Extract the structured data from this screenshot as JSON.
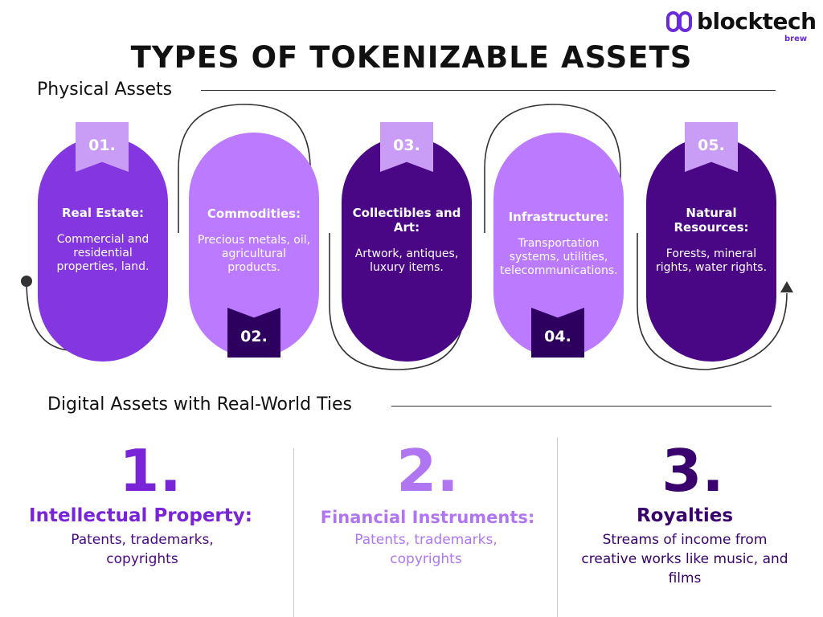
{
  "logo": {
    "name": "blocktech",
    "sub": "brew",
    "accent": "#6a2bd8"
  },
  "title": "TYPES OF TOKENIZABLE ASSETS",
  "physical": {
    "label": "Physical Assets",
    "items": [
      {
        "num": "01.",
        "heading": "Real Estate:",
        "body": "Commercial and residential properties, land."
      },
      {
        "num": "02.",
        "heading": "Commodities:",
        "body": "Precious metals, oil, agricultural products."
      },
      {
        "num": "03.",
        "heading": "Collectibles and Art:",
        "body": "Artwork, antiques, luxury items."
      },
      {
        "num": "04.",
        "heading": "Infrastructure:",
        "body": "Transportation systems, utilities, telecommunications."
      },
      {
        "num": "05.",
        "heading": "Natural Resources:",
        "body": "Forests, mineral rights, water rights."
      }
    ]
  },
  "digital": {
    "label": "Digital Assets with Real-World Ties",
    "items": [
      {
        "num": "1.",
        "heading": "Intellectual Property:",
        "body": "Patents, trademarks, copyrights"
      },
      {
        "num": "2.",
        "heading": "Financial  Instruments:",
        "body": "Patents, trademarks, copyrights"
      },
      {
        "num": "3.",
        "heading": "Royalties",
        "body": "Streams of income from creative works like  music, and films"
      }
    ]
  },
  "colors": {
    "purple": "#8436e0",
    "dark_purple": "#4a0785",
    "light_purple": "#bb7aff",
    "tab_light": "#c99cf5",
    "tab_dark": "#2d0060",
    "heading_1": "#7a24d8",
    "heading_2": "#b076f2",
    "heading_3": "#3a006e"
  }
}
